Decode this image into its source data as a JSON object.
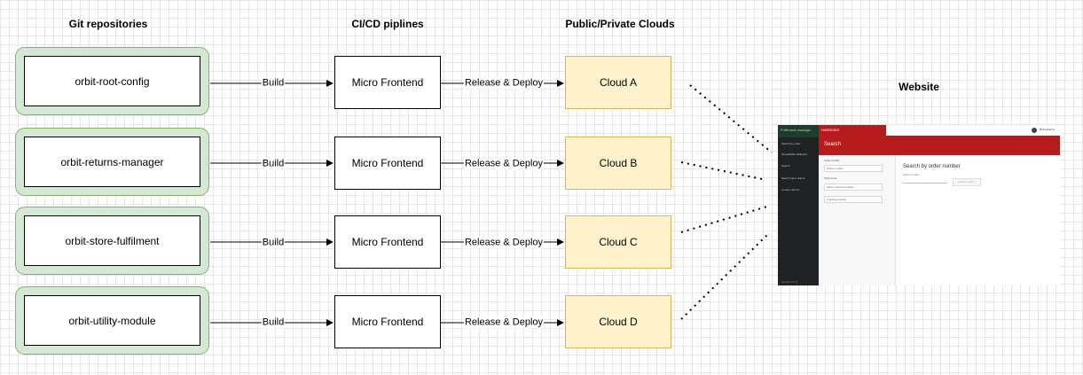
{
  "headings": {
    "repos": "Git repositories",
    "pipelines": "CI/CD piplines",
    "clouds": "Public/Private Clouds",
    "website": "Website"
  },
  "rows": [
    {
      "repo": "orbit-root-config",
      "build_label": "Build",
      "pipeline": "Micro Frontend",
      "deploy_label": "Release & Deploy",
      "cloud": "Cloud A"
    },
    {
      "repo": "orbit-returns-manager",
      "build_label": "Build",
      "pipeline": "Micro Frontend",
      "deploy_label": "Release & Deploy",
      "cloud": "Cloud B"
    },
    {
      "repo": "orbit-store-fulfilment",
      "build_label": "Build",
      "pipeline": "Micro Frontend",
      "deploy_label": "Release & Deploy",
      "cloud": "Cloud C"
    },
    {
      "repo": "orbit-utility-module",
      "build_label": "Build",
      "pipeline": "Micro Frontend",
      "deploy_label": "Release & Deploy",
      "cloud": "Cloud D"
    }
  ],
  "website_preview": {
    "app_name": "Fulfilment manager",
    "brand": "HARRODS",
    "user": "Bob Hoskins",
    "search_title": "Search",
    "nav": [
      "Search by order",
      "All available fulfilment",
      "Search",
      "Search store orders",
      "In store returns"
    ],
    "filters": {
      "order_details_label": "Order details",
      "order_number_placeholder": "Order number",
      "shipments_label": "Shipments",
      "shipment_select": "Select shipment status",
      "tracking_placeholder": "Tracking number"
    },
    "content": {
      "title": "Search by order number",
      "sub": "Order number",
      "button": "Search orders"
    },
    "footer": "Version 1.0.0"
  },
  "colors": {
    "repo_fill": "#d5e8d4",
    "repo_stroke": "#82b366",
    "cloud_fill": "#fff2cc",
    "cloud_stroke": "#d6b656",
    "brand_red": "#b71c1c"
  }
}
